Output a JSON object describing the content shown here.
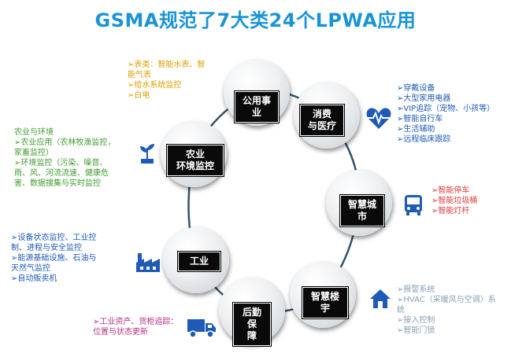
{
  "title": "GSMA规范了7大类24个LPWA应用",
  "colors": {
    "title": "#1a94d6",
    "ring": "#33546d",
    "utilities": "#e0a000",
    "consumer": "#1e5bb6",
    "smart_city": "#e23a3a",
    "smart_building": "#8aa0b8",
    "logistics": "#b52f86",
    "industry": "#1e5bb6",
    "agriculture": "#3d9c2c"
  },
  "nodes": {
    "utilities": "公用事\n业",
    "consumer": "消费\n与医疗",
    "smart_city": "智慧城\n市",
    "smart_building": "智慧楼\n宇",
    "logistics": "后勤保\n障",
    "industry": "工业",
    "agriculture": "农业\n环境监控"
  },
  "details": {
    "utilities": "➢表类：智能水表、智\n能气表\n➢给水系统监控\n➢白电",
    "consumer": "➢穿戴设备\n➢大型家用电器\n➢VIP追踪（宠物、小孩等）\n➢智能自行车\n➢生活辅助\n➢远程临床跟踪",
    "smart_city": "➢智能停车\n➢智能垃圾桶\n➢智能灯杆",
    "smart_building": "➢报警系统\n➢HVAC（采暖风与空调）系\n统\n➢接入控制\n➢智能门锁",
    "logistics": "➢工业资产、货柜追踪：\n位置与状态更新",
    "industry": "➢设备状态监控、工业控\n制、进程与安全监控\n➢能源基础设施、石油与\n天然气监控\n➢自动贩卖机",
    "agriculture": "农业与环境\n➢农业应用（农林牧渔监控，\n家畜监控）\n➢环境监控（污染、噪音、\n雨、风、河流流速、健康危\n害、数据搜集与实时监控"
  },
  "icons": {
    "consumer": "heart-pulse-icon",
    "smart_city": "bus-icon",
    "smart_building": "house-icon",
    "logistics": "truck-icon",
    "industry": "factory-icon",
    "agriculture": "plant-icon"
  }
}
